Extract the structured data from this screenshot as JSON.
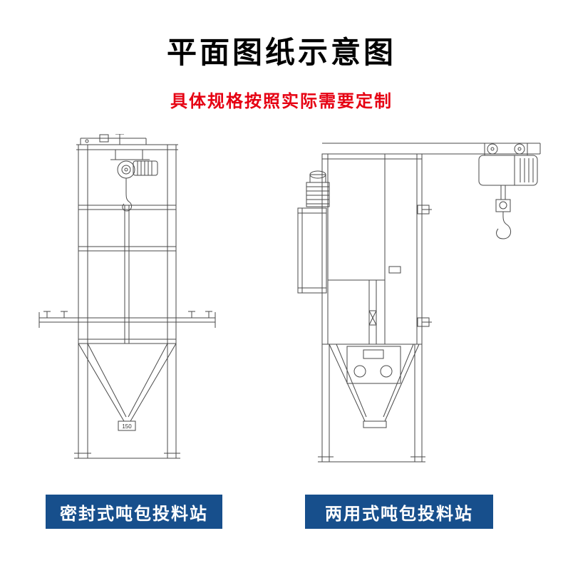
{
  "page": {
    "title": "平面图纸示意图",
    "subtitle": "具体规格按照实际需要定制"
  },
  "drawings": {
    "left": {
      "caption": "密封式吨包投料站",
      "dimension_label": "150"
    },
    "right": {
      "caption": "两用式吨包投料站"
    }
  },
  "colors": {
    "title_text": "#000000",
    "subtitle_text": "#e60012",
    "caption_background": "#174f8c",
    "caption_text": "#ffffff",
    "drawing_line": "#4a4a4a",
    "page_background": "#ffffff"
  }
}
